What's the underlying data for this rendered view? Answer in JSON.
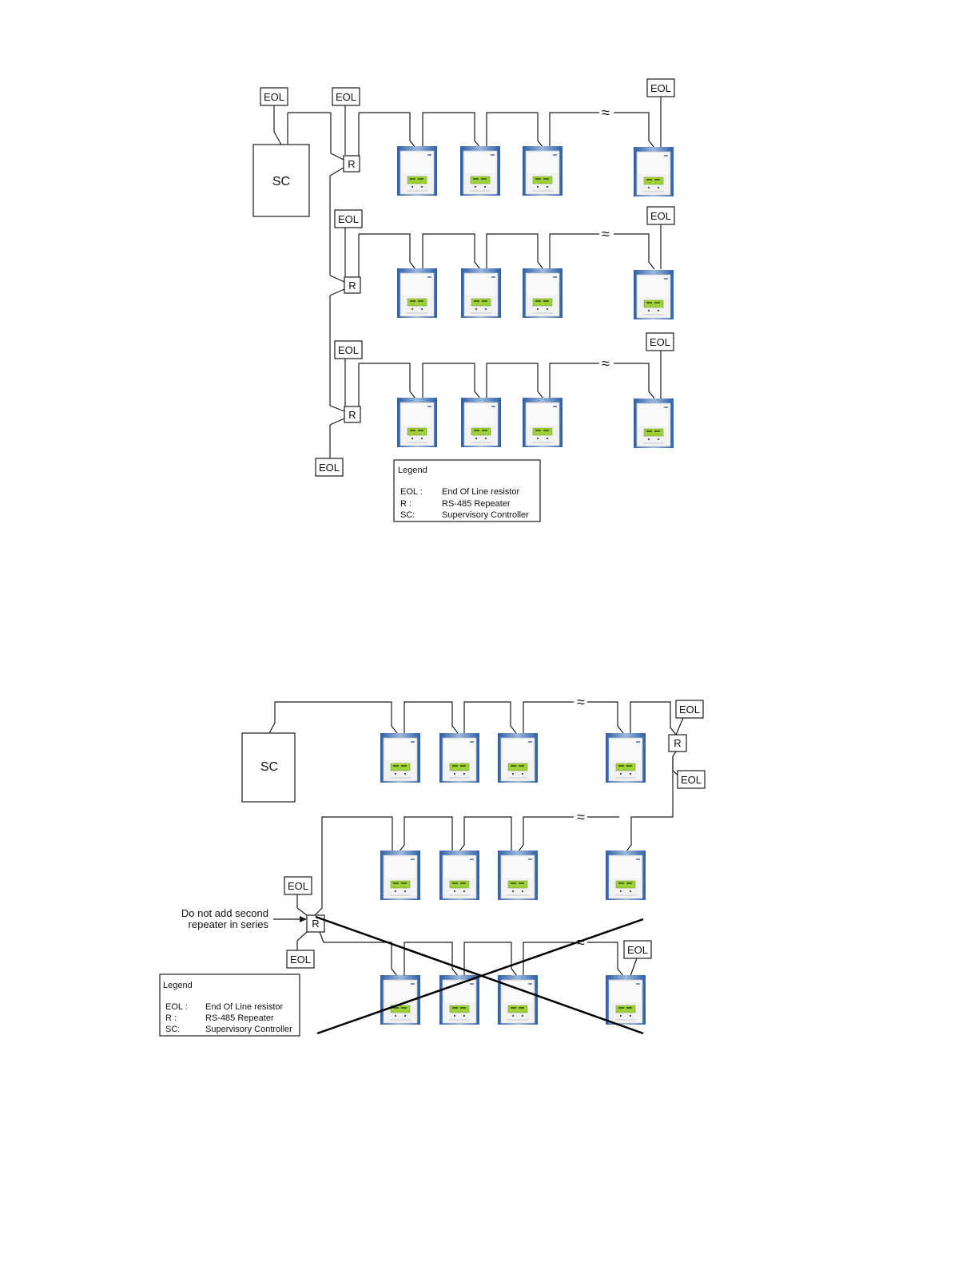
{
  "labels": {
    "eol": "EOL",
    "repeater": "R",
    "controller": "SC",
    "break": "≈",
    "warning_line1": "Do not add second",
    "warning_line2": "repeater in series"
  },
  "legend": {
    "title": "Legend",
    "items": [
      {
        "key": "EOL :",
        "value": "End Of Line resistor"
      },
      {
        "key": "R :",
        "value": "RS-485 Repeater"
      },
      {
        "key": "SC:",
        "value": "Supervisory Controller"
      }
    ]
  },
  "colors": {
    "line": "#1a1a1a",
    "device_frame": "#3a6fb5",
    "device_body": "#f2f2f2",
    "device_screen": "#9fcf3a"
  },
  "icons": {
    "device": "thermostat-controller-icon"
  }
}
